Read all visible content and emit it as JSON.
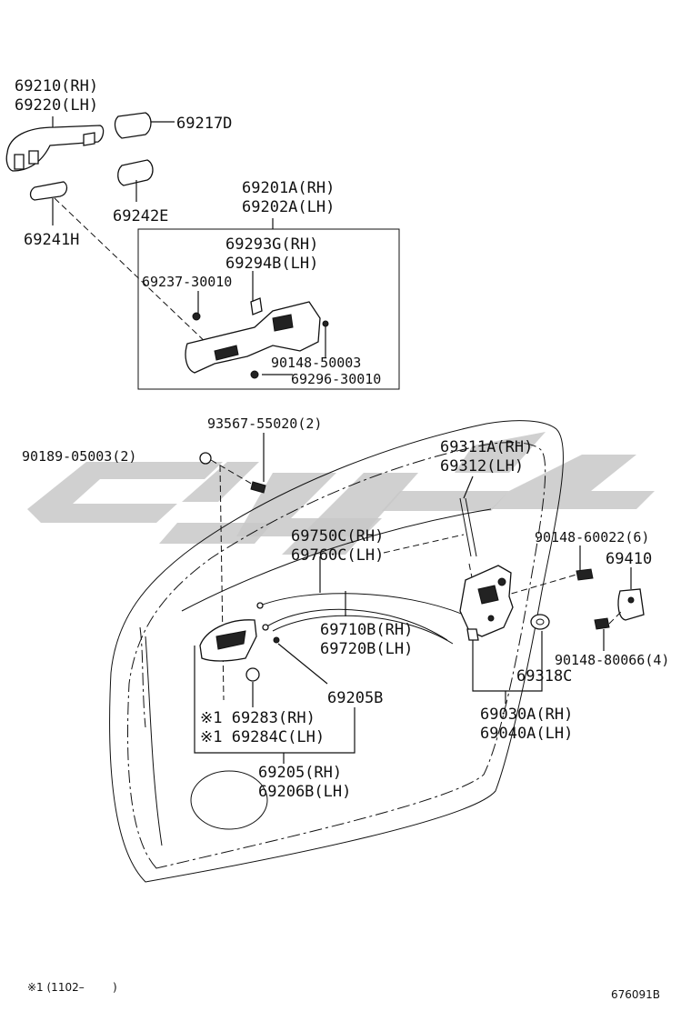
{
  "labels": {
    "handle_outer": [
      "69210(RH)",
      "69220(LH)"
    ],
    "cover_d": "69217D",
    "cover_e": "69242E",
    "pad_h": "69241H",
    "frame_assy": [
      "69201A(RH)",
      "69202A(LH)"
    ],
    "frame_sub": [
      "69293G(RH)",
      "69294B(LH)"
    ],
    "clip_30010": "69237-30010",
    "screw_50003": "90148-50003",
    "bolt_69296": "69296-30010",
    "screw_93567": "93567-55020(2)",
    "screw_90189": "90189-05003(2)",
    "rod": [
      "69311A(RH)",
      "69312(LH)"
    ],
    "screw_60022": "90148-60022(6)",
    "striker": "69410",
    "cable_upper": [
      "69750C(RH)",
      "69760C(LH)"
    ],
    "cable_lower": [
      "69710B(RH)",
      "69720B(LH)"
    ],
    "screw_80066": "90148-80066(4)",
    "washer": "69318C",
    "lock_assy": [
      "69030A(RH)",
      "69040A(LH)"
    ],
    "inner_handle_b": "69205B",
    "bezel_rh": "※1 69283(RH)",
    "bezel_lh": "※1 69284C(LH)",
    "inner_handle": [
      "69205(RH)",
      "69206B(LH)"
    ]
  },
  "footnote": "※1 (1102–",
  "footnote_close": ")",
  "figure_id": "676091B"
}
